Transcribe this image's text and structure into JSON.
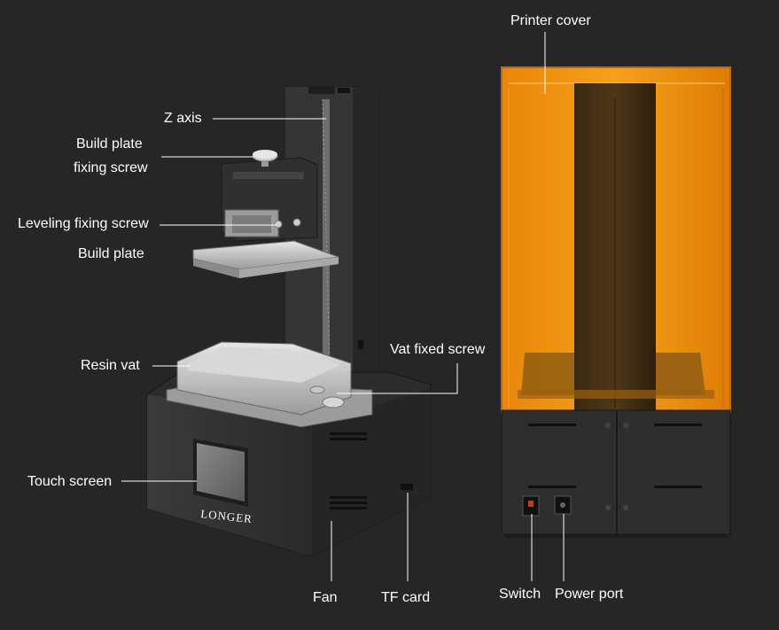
{
  "labels": {
    "z_axis": "Z axis",
    "build_plate_fixing_screw_line1": "Build plate",
    "build_plate_fixing_screw_line2": "fixing screw",
    "leveling_fixing_screw": "Leveling fixing screw",
    "build_plate": "Build plate",
    "resin_vat": "Resin vat",
    "vat_fixed_screw": "Vat fixed screw",
    "touch_screen": "Touch screen",
    "fan": "Fan",
    "tf_card": "TF card",
    "printer_cover": "Printer cover",
    "switch": "Switch",
    "power_port": "Power port"
  },
  "brand": {
    "logo_text": "LONGER"
  },
  "colors": {
    "background": "#262626",
    "label_text": "#ffffff",
    "leader_line": "#ffffff",
    "cover_orange": "#f0960a",
    "printer_body": "#2e2e2e",
    "metal": "#b9b9b9"
  }
}
